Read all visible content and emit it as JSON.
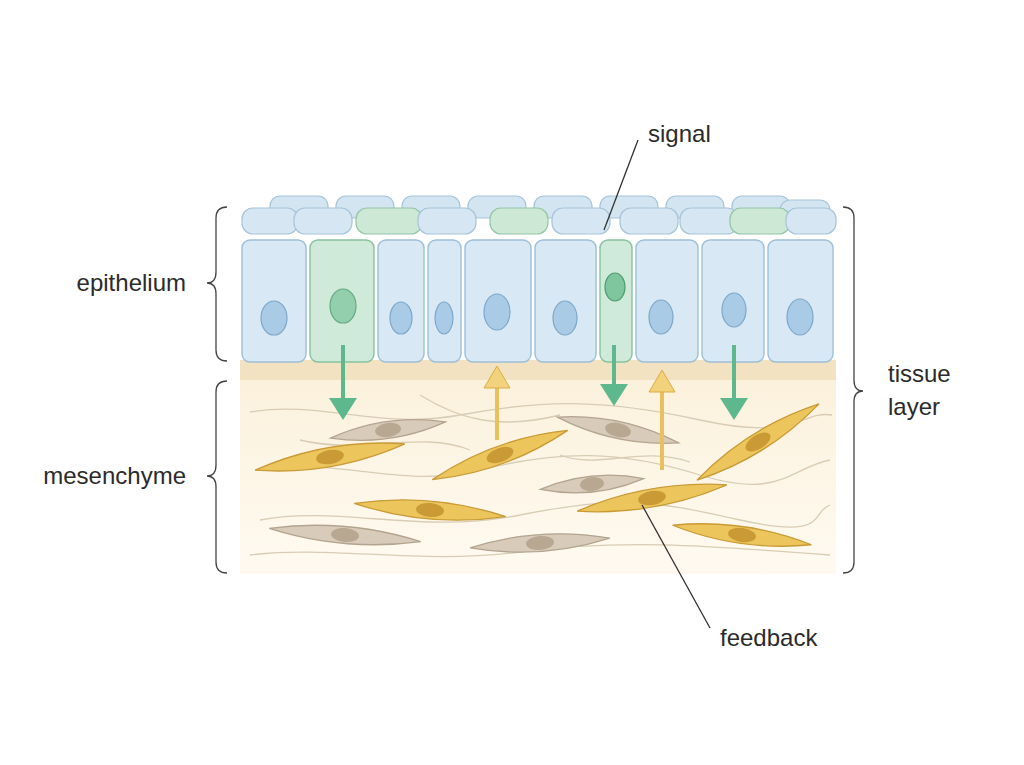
{
  "diagram": {
    "labels": [
      "signal",
      "epithelium",
      "tissue layer",
      "mesenchyme",
      "feedback"
    ]
  }
}
